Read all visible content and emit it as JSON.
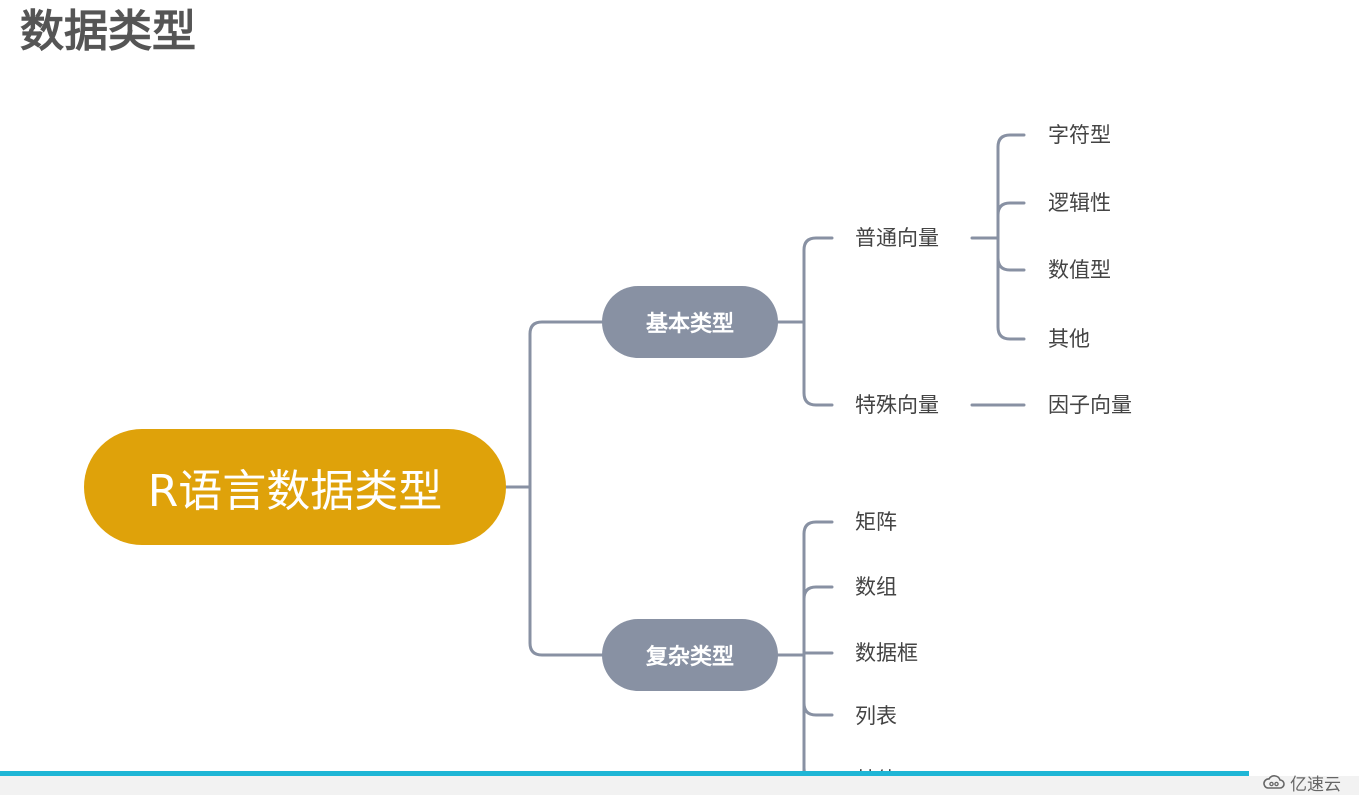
{
  "slide": {
    "title": "数据类型"
  },
  "mindmap": {
    "root": "R语言数据类型",
    "basic": {
      "label": "基本类型",
      "normal_vector": "普通向量",
      "normal_children": [
        "字符型",
        "逻辑性",
        "数值型",
        "其他"
      ],
      "special_vector": "特殊向量",
      "special_child": "因子向量"
    },
    "complex": {
      "label": "复杂类型",
      "children": [
        "矩阵",
        "数组",
        "数据框",
        "列表",
        "其他"
      ]
    }
  },
  "colors": {
    "root_fill": "#dfa20a",
    "branch_fill": "#8891a3",
    "connector": "#8891a3",
    "accent_bar": "#1fb6d6"
  },
  "watermark": {
    "text": "亿速云",
    "icon": "cloud-logo-icon"
  }
}
